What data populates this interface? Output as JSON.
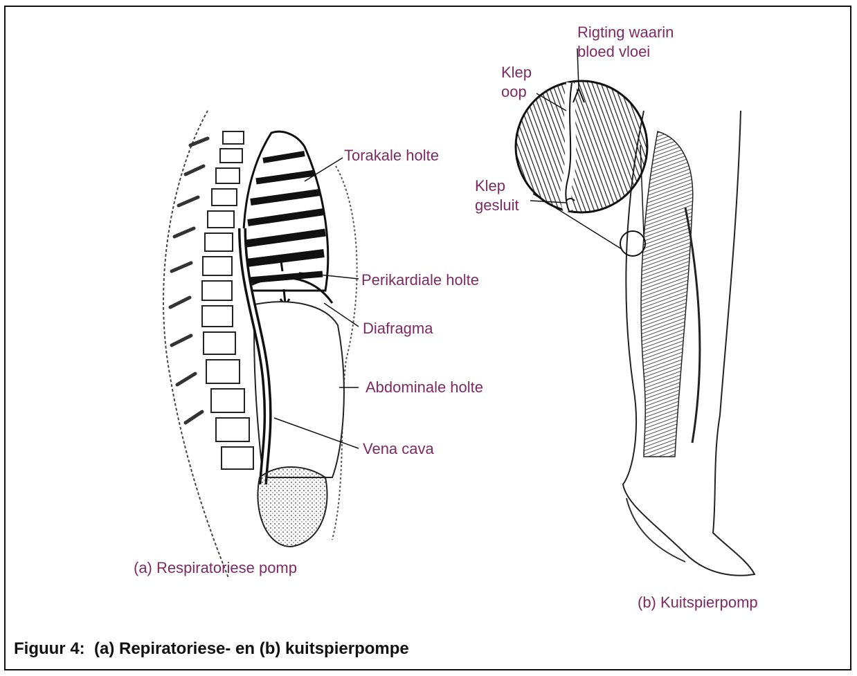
{
  "labels": {
    "torakale": "Torakale holte",
    "perikardiale": "Perikardiale holte",
    "diafragma": "Diafragma",
    "abdominale": "Abdominale holte",
    "vena_cava": "Vena cava",
    "respiratoriese": "(a) Respiratoriese pomp",
    "rigting_1": "Rigting waarin",
    "rigting_2": "bloed vloei",
    "klep_oop_1": "Klep",
    "klep_oop_2": "oop",
    "klep_gesluit_1": "Klep",
    "klep_gesluit_2": "gesluit",
    "kuitspier": "(b) Kuitspierpomp"
  },
  "caption": "Figuur 4:  (a) Repiratoriese- en (b) kuitspierpompe",
  "colors": {
    "label": "#7b2a63",
    "ink": "#111111",
    "border": "#111111"
  }
}
